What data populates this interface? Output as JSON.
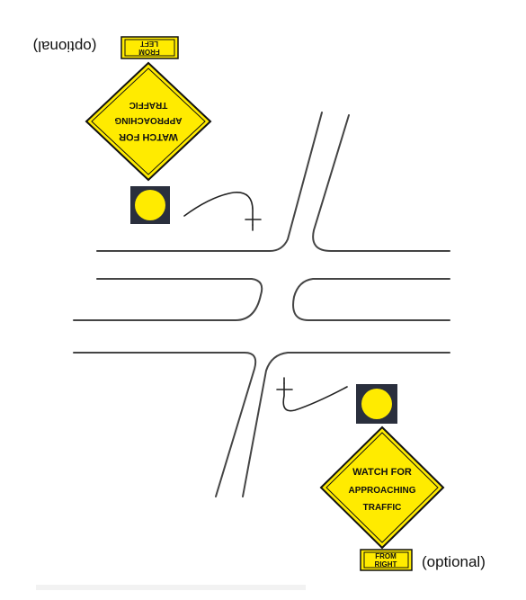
{
  "lower_sign": {
    "lines": [
      "WATCH FOR",
      "APPROACHING",
      "TRAFFIC"
    ],
    "plate_lines": [
      "FROM",
      "RIGHT"
    ],
    "optional_label": "(optional)"
  },
  "upper_sign": {
    "lines": [
      "WATCH FOR",
      "APPROACHING",
      "TRAFFIC"
    ],
    "plate_lines": [
      "FROM",
      "LEFT"
    ],
    "optional_label": "(optional)"
  },
  "colors": {
    "sign_yellow": "#ffeb00",
    "beacon_housing": "#2a2f3d",
    "beacon_light": "#ffeb00",
    "road_line": "#444444"
  }
}
